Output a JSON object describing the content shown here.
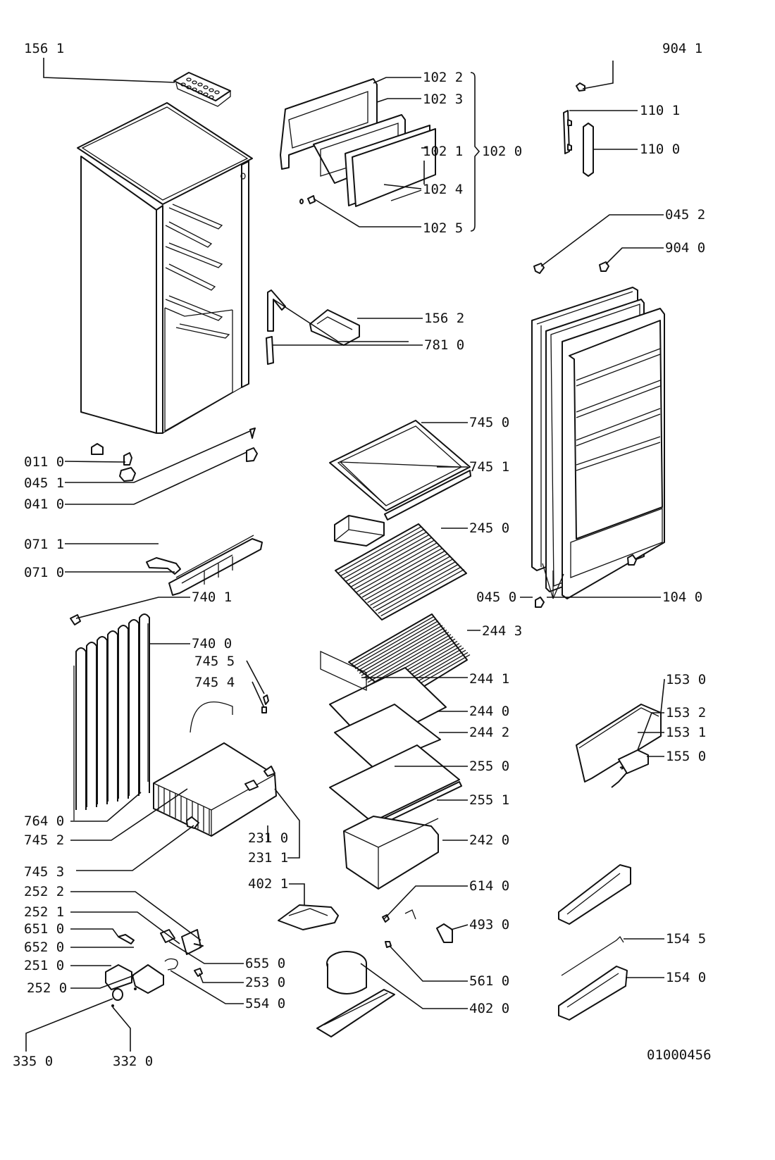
{
  "diagram": {
    "type": "exploded-parts-diagram",
    "subject": "Upright refrigerator/freezer",
    "drawing_number": "01000456",
    "callouts": [
      {
        "id": "c-1561",
        "label": "156 1",
        "part": "ice-cube-tray"
      },
      {
        "id": "c-1022",
        "label": "102 2",
        "part": "freezer-flap-frame"
      },
      {
        "id": "c-1023",
        "label": "102 3",
        "part": "freezer-flap-inner-frame"
      },
      {
        "id": "c-1021",
        "label": "102 1",
        "part": "freezer-flap-panel"
      },
      {
        "id": "c-1024",
        "label": "102 4",
        "part": "flap-trim"
      },
      {
        "id": "c-1025",
        "label": "102 5",
        "part": "flap-hinge-pin"
      },
      {
        "id": "c-1020",
        "label": "102 0",
        "part": "freezer-flap-assembly"
      },
      {
        "id": "c-9041",
        "label": "904 1",
        "part": "handle-screw"
      },
      {
        "id": "c-1101",
        "label": "110 1",
        "part": "handle-base"
      },
      {
        "id": "c-1100",
        "label": "110 0",
        "part": "door-handle"
      },
      {
        "id": "c-0452",
        "label": "045 2",
        "part": "upper-hinge-bush"
      },
      {
        "id": "c-9040",
        "label": "904 0",
        "part": "door-stop"
      },
      {
        "id": "c-1562",
        "label": "156 2",
        "part": "ice-tray-holder"
      },
      {
        "id": "c-7810",
        "label": "781 0",
        "part": "thermostat-knob-shaft"
      },
      {
        "id": "c-0110",
        "label": "011 0",
        "part": "adjustable-foot"
      },
      {
        "id": "c-0451",
        "label": "045 1",
        "part": "lower-hinge-pin"
      },
      {
        "id": "c-0410",
        "label": "041 0",
        "part": "lower-hinge"
      },
      {
        "id": "c-0711",
        "label": "071 1",
        "part": "kick-plate-clip"
      },
      {
        "id": "c-0710",
        "label": "071 0",
        "part": "kick-plate"
      },
      {
        "id": "c-7450",
        "label": "745 0",
        "part": "evaporator-cover"
      },
      {
        "id": "c-7451",
        "label": "745 1",
        "part": "cover-trim"
      },
      {
        "id": "c-2450",
        "label": "245 0",
        "part": "drip-tray-shelf"
      },
      {
        "id": "c-0450",
        "label": "045 0",
        "part": "door-bottom-hinge-bush"
      },
      {
        "id": "c-1040",
        "label": "104 0",
        "part": "door-assembly"
      },
      {
        "id": "c-7401",
        "label": "740 1",
        "part": "condenser-clip"
      },
      {
        "id": "c-7400",
        "label": "740 0",
        "part": "condenser"
      },
      {
        "id": "c-7455",
        "label": "745 5",
        "part": "evaporator-screw"
      },
      {
        "id": "c-7454",
        "label": "745 4",
        "part": "evaporator-washer"
      },
      {
        "id": "c-2443",
        "label": "244 3",
        "part": "wire-shelf"
      },
      {
        "id": "c-2441",
        "label": "244 1",
        "part": "shelf-rear-guard"
      },
      {
        "id": "c-2440",
        "label": "244 0",
        "part": "wire-shelf-with-frame"
      },
      {
        "id": "c-2442",
        "label": "244 2",
        "part": "shelf-trim"
      },
      {
        "id": "c-2550",
        "label": "255 0",
        "part": "crisper-cover-glass"
      },
      {
        "id": "c-2551",
        "label": "255 1",
        "part": "glass-trim"
      },
      {
        "id": "c-2420",
        "label": "242 0",
        "part": "crisper-drawer"
      },
      {
        "id": "c-1530",
        "label": "153 0",
        "part": "dairy-compartment-flap"
      },
      {
        "id": "c-1532",
        "label": "153 2",
        "part": "flap-pin"
      },
      {
        "id": "c-1531",
        "label": "153 1",
        "part": "flap-spring"
      },
      {
        "id": "c-1550",
        "label": "155 0",
        "part": "egg-tray"
      },
      {
        "id": "c-7640",
        "label": "764 0",
        "part": "drier-filter"
      },
      {
        "id": "c-7452",
        "label": "745 2",
        "part": "evaporator"
      },
      {
        "id": "c-7453",
        "label": "745 3",
        "part": "drain-spout"
      },
      {
        "id": "c-2310",
        "label": "231 0",
        "part": "clamp"
      },
      {
        "id": "c-2311",
        "label": "231 1",
        "part": "thermostat-sensor"
      },
      {
        "id": "c-4021",
        "label": "402 1",
        "part": "evaporation-tray"
      },
      {
        "id": "c-2522",
        "label": "252 2",
        "part": "lamp-switch-bracket"
      },
      {
        "id": "c-2521",
        "label": "252 1",
        "part": "thermostat-board"
      },
      {
        "id": "c-6510",
        "label": "651 0",
        "part": "lamp-holder"
      },
      {
        "id": "c-6520",
        "label": "652 0",
        "part": "light-bulb"
      },
      {
        "id": "c-2510",
        "label": "251 0",
        "part": "thermostat-bracket"
      },
      {
        "id": "c-2520",
        "label": "252 0",
        "part": "thermostat-housing"
      },
      {
        "id": "c-6550",
        "label": "655 0",
        "part": "door-switch"
      },
      {
        "id": "c-2530",
        "label": "253 0",
        "part": "switch-button"
      },
      {
        "id": "c-5540",
        "label": "554 0",
        "part": "thermostat"
      },
      {
        "id": "c-3350",
        "label": "335 0",
        "part": "control-knob"
      },
      {
        "id": "c-3320",
        "label": "332 0",
        "part": "knob-screw"
      },
      {
        "id": "c-6140",
        "label": "614 0",
        "part": "relay"
      },
      {
        "id": "c-4930",
        "label": "493 0",
        "part": "terminal-cover"
      },
      {
        "id": "c-5610",
        "label": "561 0",
        "part": "overload-protector"
      },
      {
        "id": "c-4020",
        "label": "402 0",
        "part": "compressor"
      },
      {
        "id": "c-1545",
        "label": "154 5",
        "part": "bottle-retainer-wire"
      },
      {
        "id": "c-1540",
        "label": "154 0",
        "part": "bottle-shelf"
      }
    ]
  }
}
